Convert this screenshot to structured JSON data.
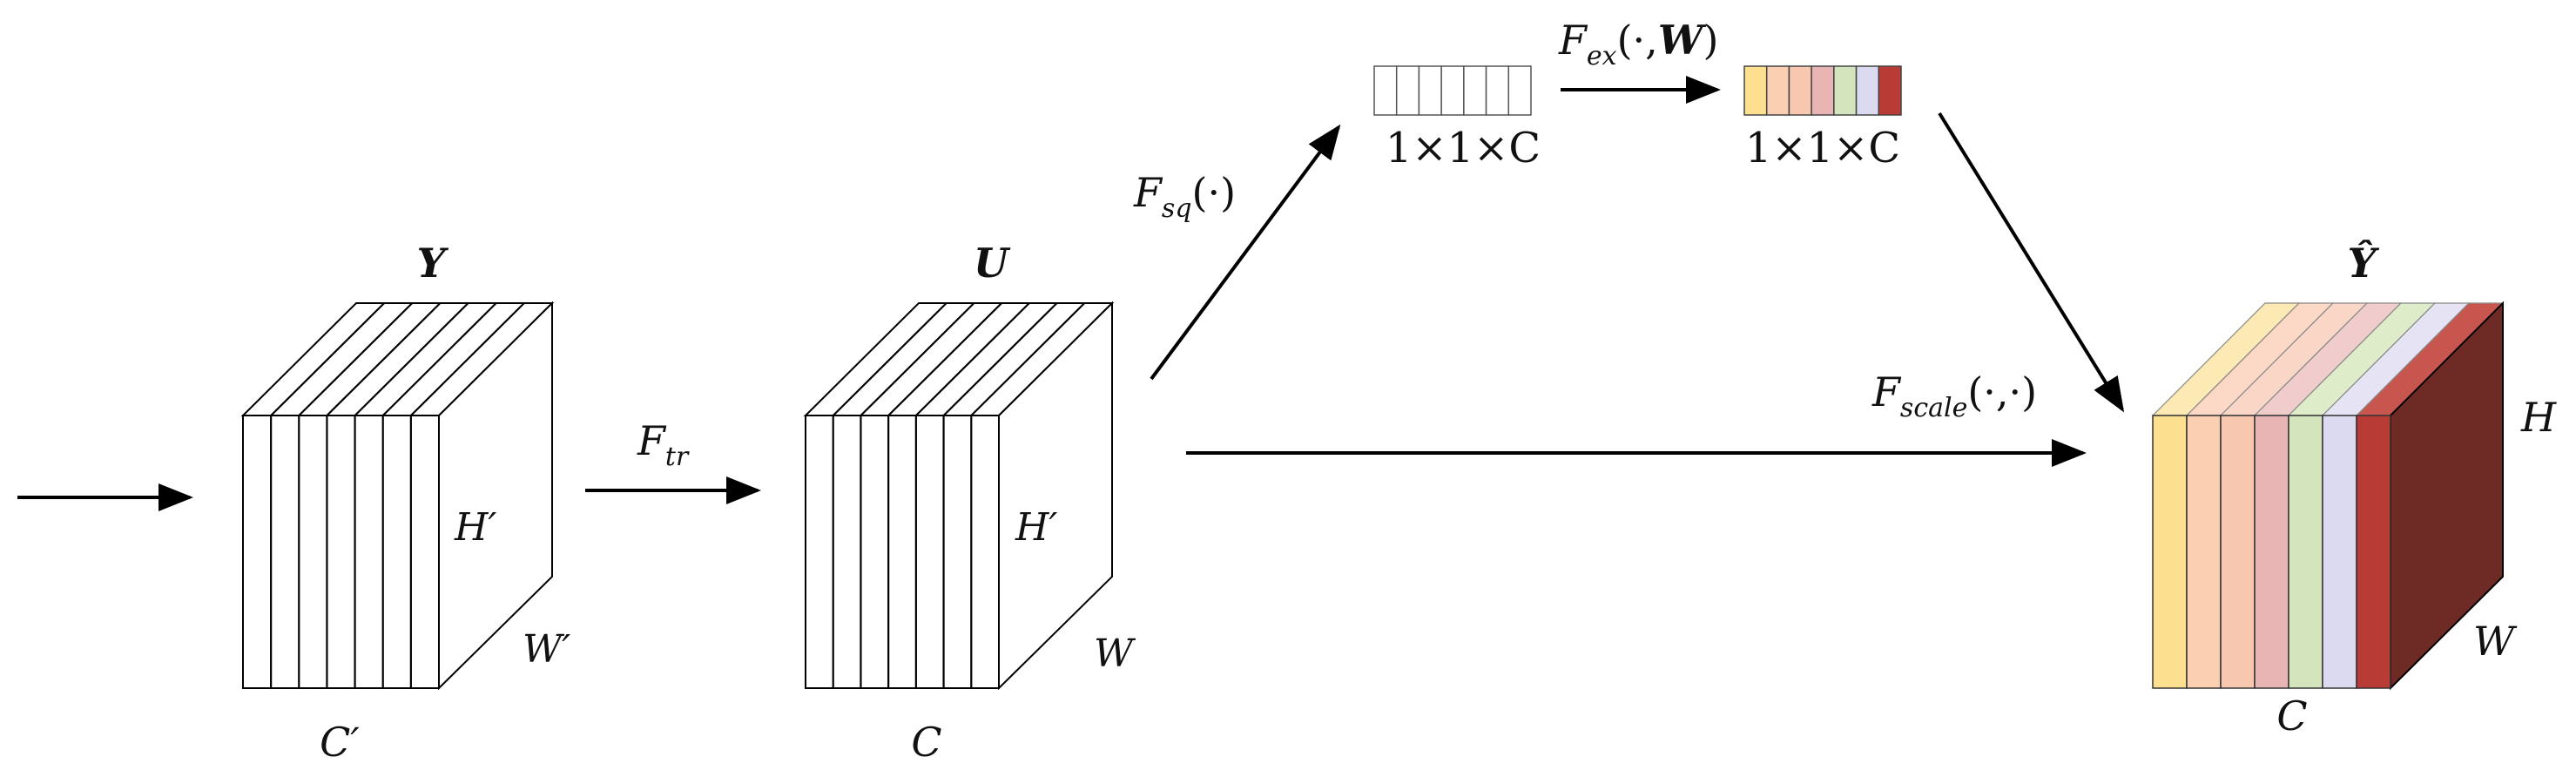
{
  "input_block": {
    "title": "Y",
    "height_label": "H′",
    "width_label": "W′",
    "channel_label": "C′"
  },
  "transform": {
    "label_main": "F",
    "label_sub": "tr"
  },
  "feature_block": {
    "title": "U",
    "height_label": "H′",
    "width_label": "W",
    "channel_label": "C"
  },
  "squeeze": {
    "label_main": "F",
    "label_sub": "sq",
    "label_args": "(·)",
    "vector_label": "1×1×C"
  },
  "excitation": {
    "label_main": "F",
    "label_sub": "ex",
    "label_open": "(·,",
    "label_weight": "W",
    "label_close": ")",
    "vector_label": "1×1×C",
    "colors": [
      "#fde08f",
      "#fbcfb1",
      "#f8c7b0",
      "#e8b4b4",
      "#d4e4bd",
      "#dcdaf0",
      "#b83b36"
    ]
  },
  "scale": {
    "label_main": "F",
    "label_sub": "scale",
    "label_args": "(·,·)"
  },
  "output_block": {
    "title": "Ŷ",
    "height_label": "H",
    "width_label": "W",
    "channel_label": "C",
    "front_colors": [
      "#fde08f",
      "#fbcfb1",
      "#f8c7b0",
      "#e8b4b4",
      "#d4e4bd",
      "#dcdaf0",
      "#b83b36"
    ],
    "top_colors": [
      "#fce9b3",
      "#fcd9c6",
      "#f9d6c6",
      "#f1cccc",
      "#dfecca",
      "#e6e4f4",
      "#c8564f"
    ],
    "side_color": "#6e2a24"
  }
}
